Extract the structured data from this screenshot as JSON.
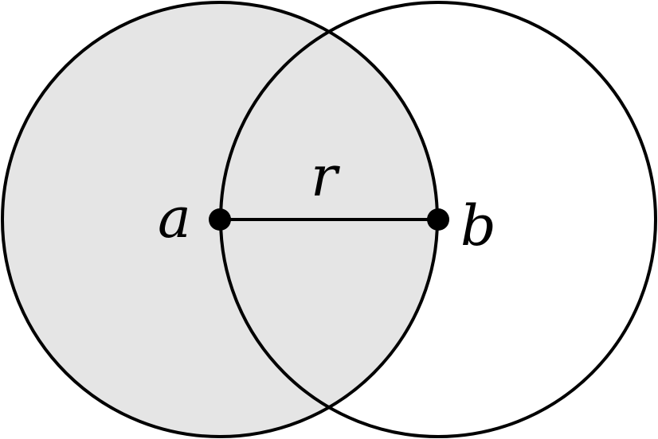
{
  "colors": {
    "shaded_disc_fill": "#e5e5e5",
    "stroke": "#000000",
    "background": "#ffffff"
  },
  "labels": {
    "point_a": "a",
    "point_b": "b",
    "radius": "r"
  }
}
